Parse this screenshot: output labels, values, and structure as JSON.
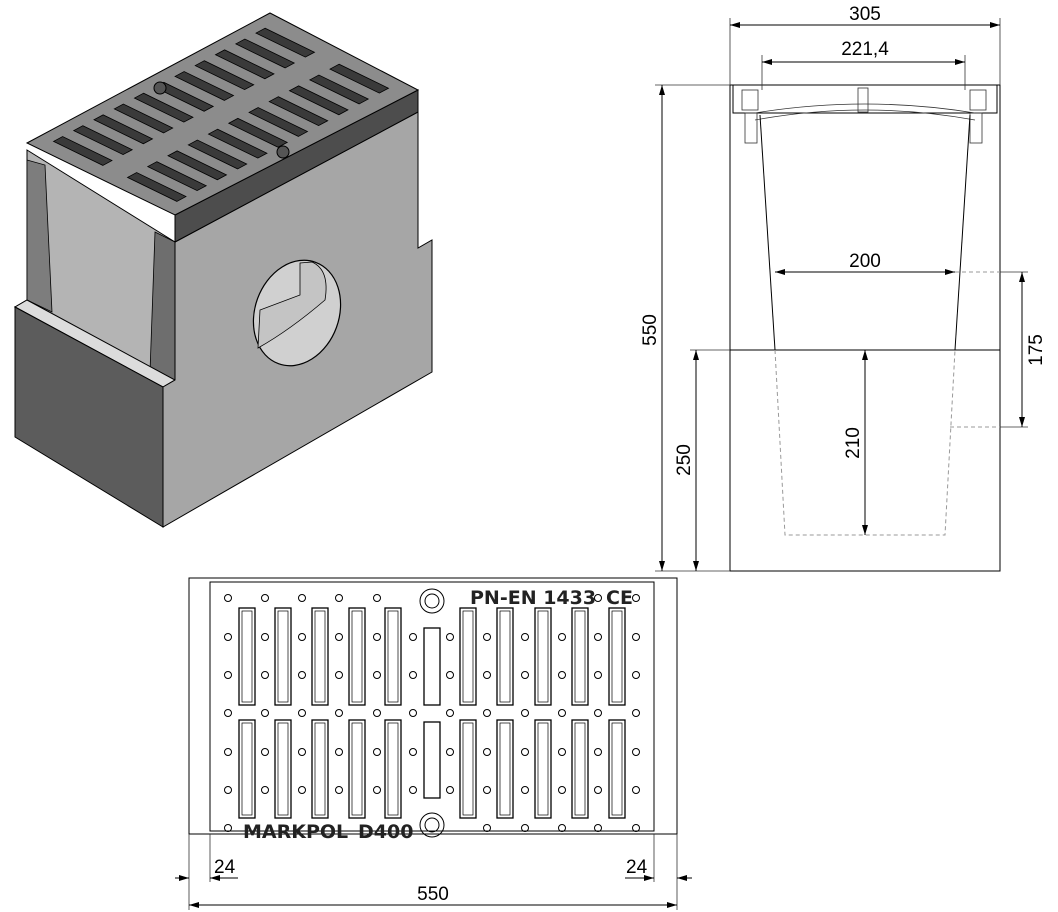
{
  "iso_view": {
    "label": "isometric-view"
  },
  "side_view": {
    "dimensions": {
      "overall_width": "305",
      "grate_width": "221,4",
      "channel_width": "200",
      "overall_height": "550",
      "base_height": "250",
      "inner_depth": "210",
      "outlet_height": "175"
    }
  },
  "top_view": {
    "grate_text": {
      "standard": "PN-EN 1433",
      "mark": "CE",
      "brand": "MARKPOL",
      "load_class": "D400"
    },
    "dimensions": {
      "left_margin": "24",
      "right_margin": "24",
      "overall_length": "550"
    }
  },
  "colors": {
    "light_gray": "#a9a9a9",
    "mid_gray": "#8c8c8c",
    "dark_gray": "#5a5a5a",
    "grate": "#7a7a7a"
  }
}
